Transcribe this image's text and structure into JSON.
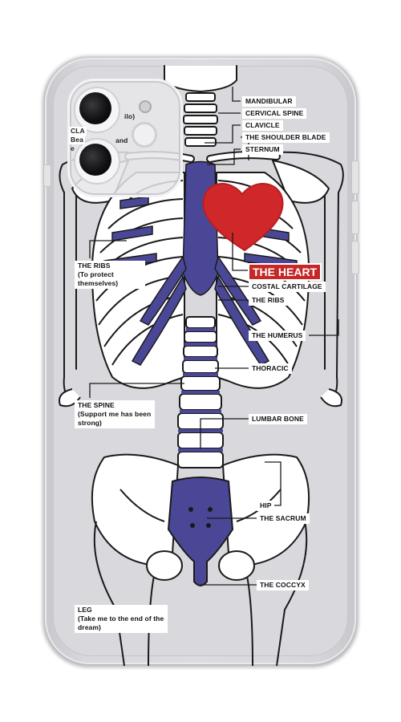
{
  "case": {
    "camera_label_partial_1": "CLA",
    "camera_label_partial_2": "Bea",
    "camera_label_partial_3": "ilo)",
    "camera_label_partial_4": "and",
    "camera_label_partial_5": "e"
  },
  "labels": {
    "mandibular": "MANDIBULAR",
    "cervical_spine": "CERVICAL SPINE",
    "clavicle": "CLAVICLE",
    "shoulder_blade": "THE SHOULDER BLADE",
    "sternum": "STERNUM",
    "heart": "THE HEART",
    "costal_cartilage": "COSTAL CARTILAGE",
    "the_ribs_right": "THE RIBS",
    "humerus": "THE HUMERUS",
    "thoracic": "THORACIC",
    "lumbar_bone": "LUMBAR BONE",
    "hip": "HIP",
    "sacrum": "THE SACRUM",
    "coccyx": "THE COCCYX",
    "ribs_left_title": "THE RIBS",
    "ribs_left_sub": "(To protect themselves)",
    "spine_title": "THE SPINE",
    "spine_sub": "(Support me has been strong)",
    "leg_title": "LEG",
    "leg_sub": "(Take me to the end of the dream)"
  },
  "colors": {
    "bone_fill": "#ffffff",
    "outline": "#1a1a1a",
    "accent_blue": "#4a4896",
    "heart_red": "#d0282a",
    "label_heart_bg": "#c62827"
  }
}
